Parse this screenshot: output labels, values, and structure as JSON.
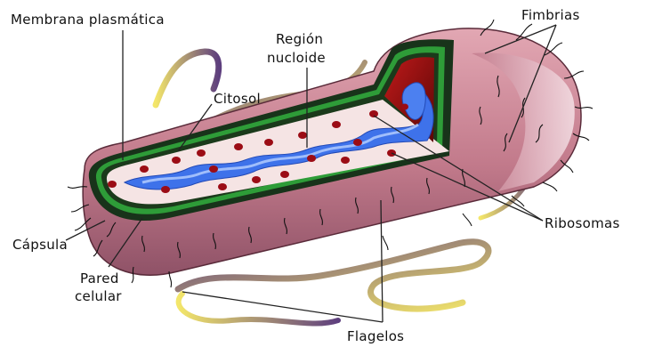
{
  "labels": {
    "membrana": "Membrana plasmática",
    "region_line1": "Región",
    "region_line2": "nucloide",
    "citosol": "Citosol",
    "fimbrias": "Fimbrias",
    "ribosomas": "Ribosomas",
    "capsula": "Cápsula",
    "pared_line1": "Pared",
    "pared_line2": "celular",
    "flagelos": "Flagelos"
  },
  "colors": {
    "capsule_fill": "#c9808f",
    "capsule_shadow": "#8a4a5d",
    "cell_wall": "#1b3a1b",
    "membrane": "#2f9e3a",
    "cytosol": "#f3e3e3",
    "nucleoid": "#3a6fe6",
    "ribosome": "#9b0c15",
    "flagellum_light": "#f2e36a",
    "flagellum_dark": "#6b4a8a"
  }
}
